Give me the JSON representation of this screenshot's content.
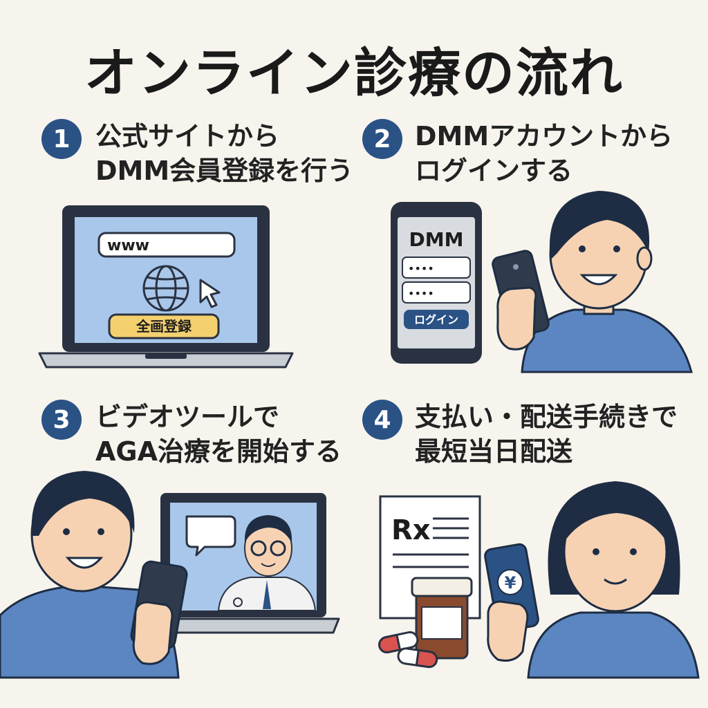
{
  "title": "オンライン診療の流れ",
  "colors": {
    "accent": "#2b5285",
    "background": "#f7f4ee",
    "screen": "#a9c7ea",
    "shirt": "#5b86c2",
    "skin": "#f6d2b3",
    "hair": "#1e2d43",
    "button_yellow": "#f4d06f"
  },
  "steps": [
    {
      "number": "1",
      "line1": "公式サイトから",
      "line2": "DMM会員登録を行う"
    },
    {
      "number": "2",
      "line1": "DMMアカウントから",
      "line2": "ログインする"
    },
    {
      "number": "3",
      "line1": "ビデオツールで",
      "line2": "AGA治療を開始する"
    },
    {
      "number": "4",
      "line1": "支払い・配送手続きで",
      "line2": "最短当日配送"
    }
  ],
  "illustrations": {
    "laptop_signup": {
      "url_text": "www",
      "button_text": "全画登録",
      "icons": [
        "globe-icon",
        "cursor-icon"
      ]
    },
    "phone_login": {
      "brand_text": "DMM",
      "login_button_text": "ログイン",
      "password_dots": "••••"
    },
    "video_call": {
      "icons": [
        "speech-bubble-icon",
        "doctor-avatar"
      ]
    },
    "delivery": {
      "prescription_symbol": "Rx",
      "payment_symbol": "¥",
      "icons": [
        "prescription-icon",
        "pill-bottle-icon",
        "capsule-icon",
        "yen-icon"
      ]
    }
  }
}
